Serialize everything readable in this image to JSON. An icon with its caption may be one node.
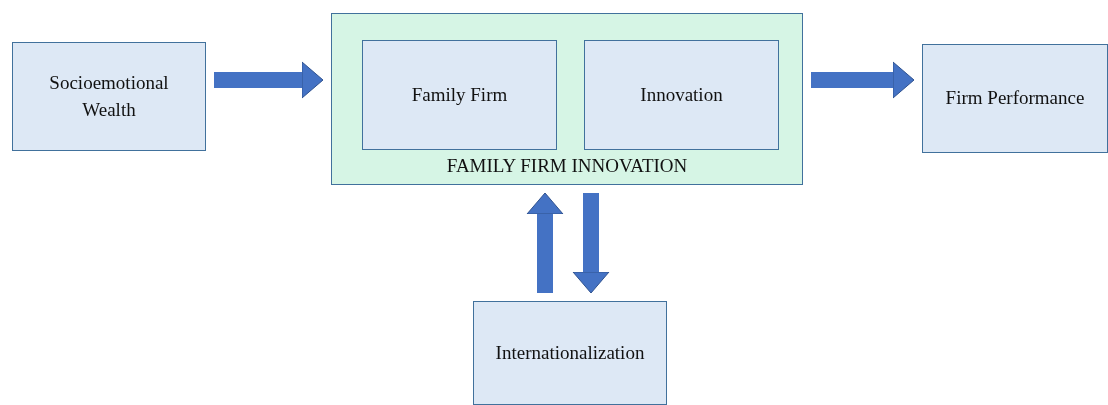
{
  "diagram": {
    "nodes": [
      {
        "text": [
          "Socioemotional Wealth"
        ]
      },
      {
        "text": [
          "FAMILY FIRM INNOVATION"
        ]
      },
      {
        "text": [
          "Family Firm"
        ],
        "in": 1
      },
      {
        "text": [
          "Innovation"
        ],
        "in": 1
      },
      {
        "text": [
          "Firm Performance"
        ]
      },
      {
        "text": [
          "Internationalization"
        ]
      }
    ],
    "edges": [
      {
        "from": 0,
        "to": 1,
        "arrow": "to"
      },
      {
        "from": 1,
        "to": 4,
        "arrow": "to"
      },
      {
        "from": 5,
        "to": 1,
        "arrow": "to"
      },
      {
        "from": 1,
        "to": 5,
        "arrow": "to"
      }
    ]
  }
}
